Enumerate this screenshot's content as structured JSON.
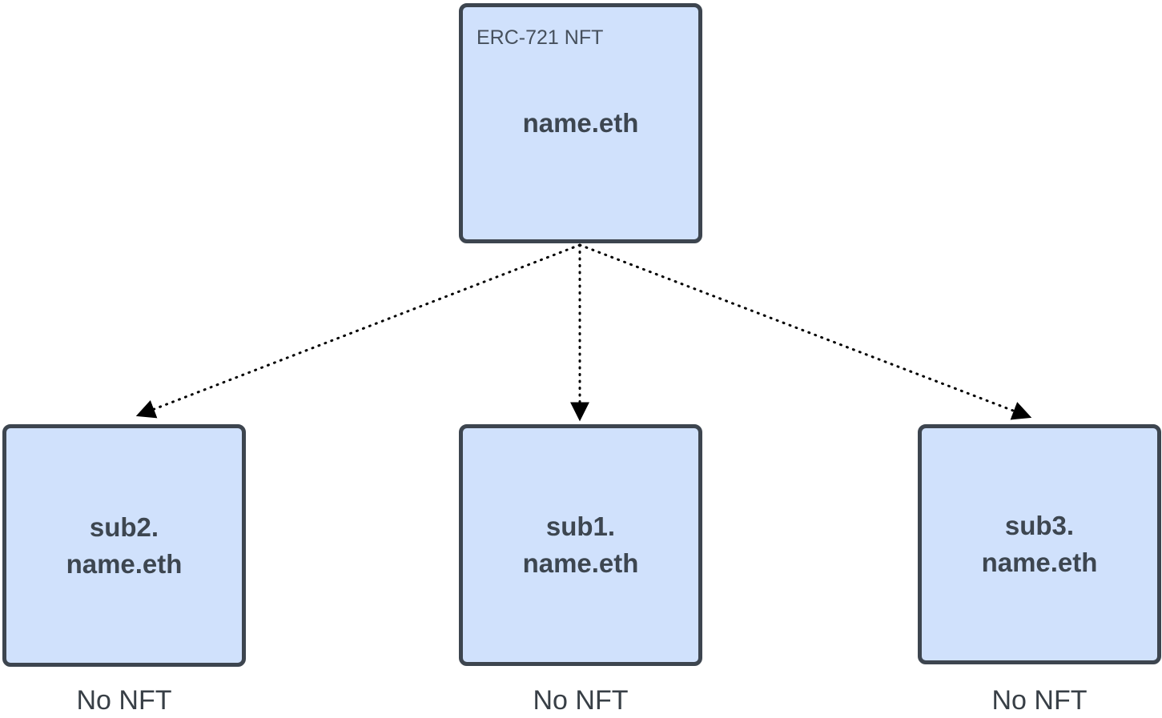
{
  "diagram": {
    "background_color": "#ffffff",
    "colors": {
      "node_fill": "#d0e1fc",
      "node_border": "#3d454f",
      "node_text": "#3d4650",
      "badge_text": "#46505c",
      "caption_text": "#383f46",
      "arrow": "#000000"
    },
    "root": {
      "badge": "ERC-721 NFT",
      "label": "name.eth"
    },
    "children": [
      {
        "label_line1": "sub2.",
        "label_line2": "name.eth",
        "caption": "No NFT"
      },
      {
        "label_line1": "sub1.",
        "label_line2": "name.eth",
        "caption": "No NFT"
      },
      {
        "label_line1": "sub3.",
        "label_line2": "name.eth",
        "caption": "No NFT"
      }
    ],
    "connections": [
      {
        "from": "name.eth",
        "to": "sub2.name.eth",
        "style": "dotted-arrow"
      },
      {
        "from": "name.eth",
        "to": "sub1.name.eth",
        "style": "dotted-arrow"
      },
      {
        "from": "name.eth",
        "to": "sub3.name.eth",
        "style": "dotted-arrow"
      }
    ]
  }
}
